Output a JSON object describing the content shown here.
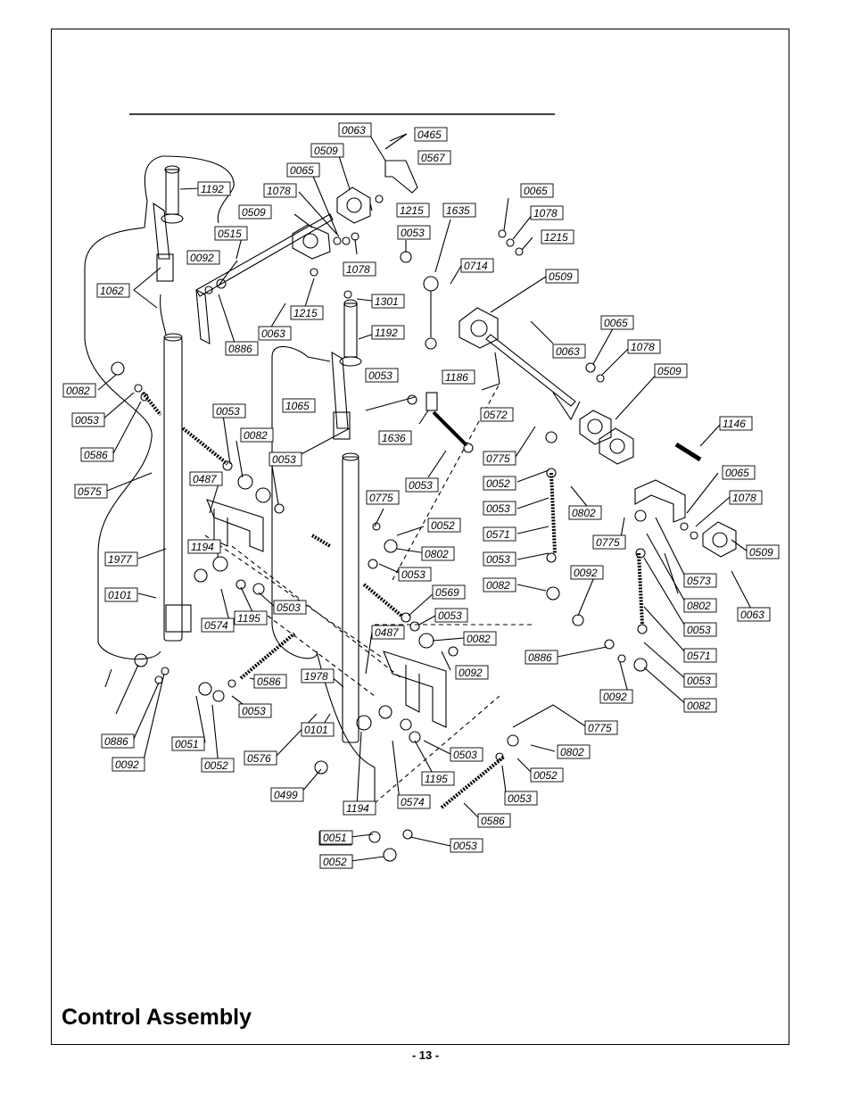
{
  "title": "Control Assembly",
  "page_number": "- 13 -",
  "part_labels": [
    "0063",
    "0465",
    "0509",
    "0567",
    "0065",
    "1078",
    "1215",
    "1192",
    "0509",
    "0515",
    "0092",
    "0886",
    "1078",
    "1635",
    "0053",
    "0714",
    "1062",
    "1215",
    "0063",
    "1301",
    "1192",
    "0082",
    "0053",
    "0586",
    "0053",
    "0082",
    "0487",
    "0053",
    "0575",
    "1977",
    "1194",
    "0101",
    "0574",
    "1195",
    "0503",
    "1065",
    "0053",
    "1186",
    "1636",
    "0053",
    "0775",
    "0052",
    "0802",
    "0053",
    "0569",
    "0053",
    "0082",
    "0487",
    "0092",
    "1978",
    "0101",
    "0499",
    "1194",
    "0886",
    "0092",
    "0051",
    "0052",
    "0053",
    "0586",
    "0576",
    "0499",
    "1194",
    "0574",
    "1195",
    "0503",
    "0065",
    "1078",
    "1215",
    "0509",
    "0063",
    "0065",
    "1078",
    "0509",
    "1146",
    "0572",
    "0775",
    "0052",
    "0053",
    "0571",
    "0053",
    "0082",
    "0802",
    "0092",
    "0886",
    "0775",
    "0065",
    "1078",
    "0509",
    "0573",
    "0802",
    "0053",
    "0571",
    "0053",
    "0092",
    "0082",
    "0063",
    "0775",
    "0802",
    "0052",
    "0053",
    "0586",
    "0053",
    "0051",
    "0052"
  ]
}
